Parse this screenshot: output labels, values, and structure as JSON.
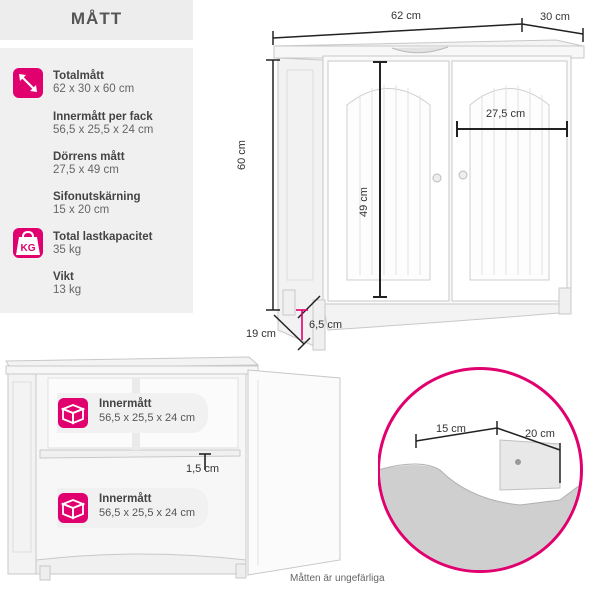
{
  "title": "MÅTT",
  "specs": [
    {
      "label": "Totalmått",
      "value": "62 x 30 x 60 cm"
    },
    {
      "label": "Innermått per fack",
      "value": "56,5 x 25,5 x 24 cm"
    },
    {
      "label": "Dörrens mått",
      "value": "27,5 x 49 cm"
    },
    {
      "label": "Sifonutskärning",
      "value": "15 x 20 cm"
    },
    {
      "label": "Total lastkapacitet",
      "value": "35 kg"
    },
    {
      "label": "Vikt",
      "value": "13 kg"
    }
  ],
  "kg_badge": "KG",
  "dimensions": {
    "width": "62 cm",
    "depth": "30 cm",
    "height": "60 cm",
    "door_height": "49 cm",
    "door_width": "27,5 cm",
    "leg_depth": "19 cm",
    "leg_height": "6,5 cm",
    "shelf_thickness": "1,5 cm",
    "cutout_width": "15 cm",
    "cutout_depth": "20 cm"
  },
  "inner_cards": [
    {
      "label": "Innermått",
      "value": "56,5 x 25,5 x 24 cm"
    },
    {
      "label": "Innermått",
      "value": "56,5 x 25,5 x 24 cm"
    }
  ],
  "footnote": "Måtten är ungefärliga",
  "colors": {
    "accent": "#e0006e",
    "panel": "#f0f0f0",
    "cabinet": "#ffffff",
    "outline": "#c8c8c8"
  }
}
